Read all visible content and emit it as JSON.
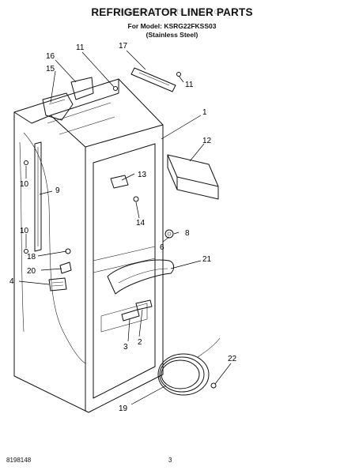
{
  "header": {
    "title": "REFRIGERATOR LINER PARTS",
    "model": "For Model: KSRG22FKSS03",
    "finish": "(Stainless Steel)",
    "watermark": "Appliance Parts Pros.com"
  },
  "callouts": {
    "c16": "16",
    "c11a": "11",
    "c17": "17",
    "c15": "15",
    "c11b": "11",
    "c1": "1",
    "c12": "12",
    "c10a": "10",
    "c9": "9",
    "c13": "13",
    "c14": "14",
    "c10b": "10",
    "c8": "8",
    "c18": "18",
    "c6": "6",
    "c21": "21",
    "c20": "20",
    "c4": "4",
    "c3": "3",
    "c2": "2",
    "c22": "22",
    "c19": "19"
  },
  "footer": {
    "doc_number": "8198148",
    "page": "3"
  }
}
